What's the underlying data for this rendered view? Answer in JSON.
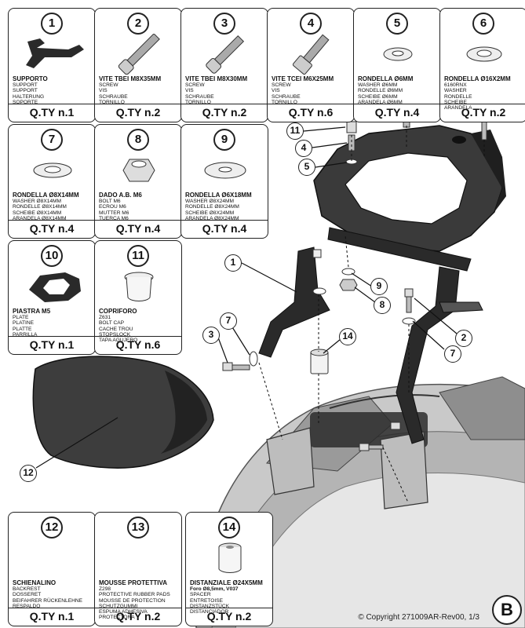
{
  "parts": [
    {
      "number": "1",
      "name": "SUPPORTO",
      "lines": [
        "SUPPORT",
        "SUPPORT",
        "HALTERUNG",
        "SOPORTE"
      ],
      "qty": "Q.TY n.1"
    },
    {
      "number": "2",
      "name": "VITE TBEI M8x35mm",
      "lines": [
        "SCREW",
        "VIS",
        "SCHRAUBE",
        "TORNILLO"
      ],
      "qty": "Q.TY n.2"
    },
    {
      "number": "3",
      "name": "VITE TBEI M8x30mm",
      "lines": [
        "SCREW",
        "VIS",
        "SCHRAUBE",
        "TORNILLO"
      ],
      "qty": "Q.TY n.2"
    },
    {
      "number": "4",
      "name": "VITE TCEI M6x25mm",
      "lines": [
        "SCREW",
        "VIS",
        "SCHRAUBE",
        "TORNILLO"
      ],
      "qty": "Q.TY n.6"
    },
    {
      "number": "5",
      "name": "RONDELLA Ø6mm",
      "lines": [
        "WASHER Ø6mm",
        "RONDELLE Ø6mm",
        "SCHEIBE Ø6mm",
        "ARANDELA Ø6mm"
      ],
      "qty": "Q.TY n.4"
    },
    {
      "number": "6",
      "name": "RONDELLA Ø16x2mm",
      "lines": [
        "6160RNX",
        "WASHER",
        "RONDELLE",
        "SCHEIBE",
        "ARANDELA"
      ],
      "qty": "Q.TY n.2"
    },
    {
      "number": "7",
      "name": "RONDELLA Ø8x14mm",
      "lines": [
        "WASHER Ø8x14mm",
        "RONDELLE Ø8x14mm",
        "SCHEIBE Ø8x14mm",
        "ARANDELA Ø8x14mm"
      ],
      "qty": "Q.TY n.4"
    },
    {
      "number": "8",
      "name": "DADO A.B. M6",
      "lines": [
        "BOLT M6",
        "ECROU M6",
        "MUTTER M6",
        "TUERCA M6"
      ],
      "qty": "Q.TY n.4"
    },
    {
      "number": "9",
      "name": "RONDELLA Ø6x18mm",
      "lines": [
        "WASHER Ø8x24mm",
        "RONDELLE Ø8x24mm",
        "SCHEIBE Ø8x24mm",
        "ARANDELA Ø8x24mm"
      ],
      "qty": "Q.TY n.4"
    },
    {
      "number": "10",
      "name": "PIASTRA M5",
      "lines": [
        "PLATE",
        "PLATINE",
        "PLATTE",
        "PARRILLA"
      ],
      "qty": "Q.TY n.1"
    },
    {
      "number": "11",
      "name": "COPRIFORO",
      "lines": [
        "Z631",
        "BOLT CAP",
        "CACHE TROU",
        "STOPSLOCK",
        "TAPA AGUJERO"
      ],
      "qty": "Q.TY n.6"
    },
    {
      "number": "12",
      "name": "SCHIENALINO",
      "lines": [
        "BACKREST",
        "DOSSERET",
        "BEIFAHRER RÜCKENLEHNE",
        "RESPALDO"
      ],
      "qty": "Q.TY n.1"
    },
    {
      "number": "13",
      "name": "MOUSSE PROTETTIVA",
      "lines": [
        "Z298",
        "PROTECTIVE RUBBER PADS",
        "MOUSSE DE PROTECTION",
        "SCHUTZGUMMI",
        "ESPUMA ADHESIVA PROTECTORA"
      ],
      "qty": "Q.TY n.2"
    },
    {
      "number": "14",
      "name": "DISTANZIALE Ø24x5mm",
      "lines": [
        "Foro Ø8,5mm, V037",
        "SPACER",
        "ENTRETOISE",
        "DISTANZSTÜCK",
        "DISTANCIADOR"
      ],
      "qty": "Q.TY n.2"
    }
  ],
  "callouts": [
    "11",
    "4",
    "5",
    "1",
    "9",
    "8",
    "7",
    "3",
    "14",
    "2",
    "7",
    "12"
  ],
  "footer": {
    "copyright": "© Copyright 271009AR-Rev00, 1/3",
    "page_letter": "B"
  }
}
